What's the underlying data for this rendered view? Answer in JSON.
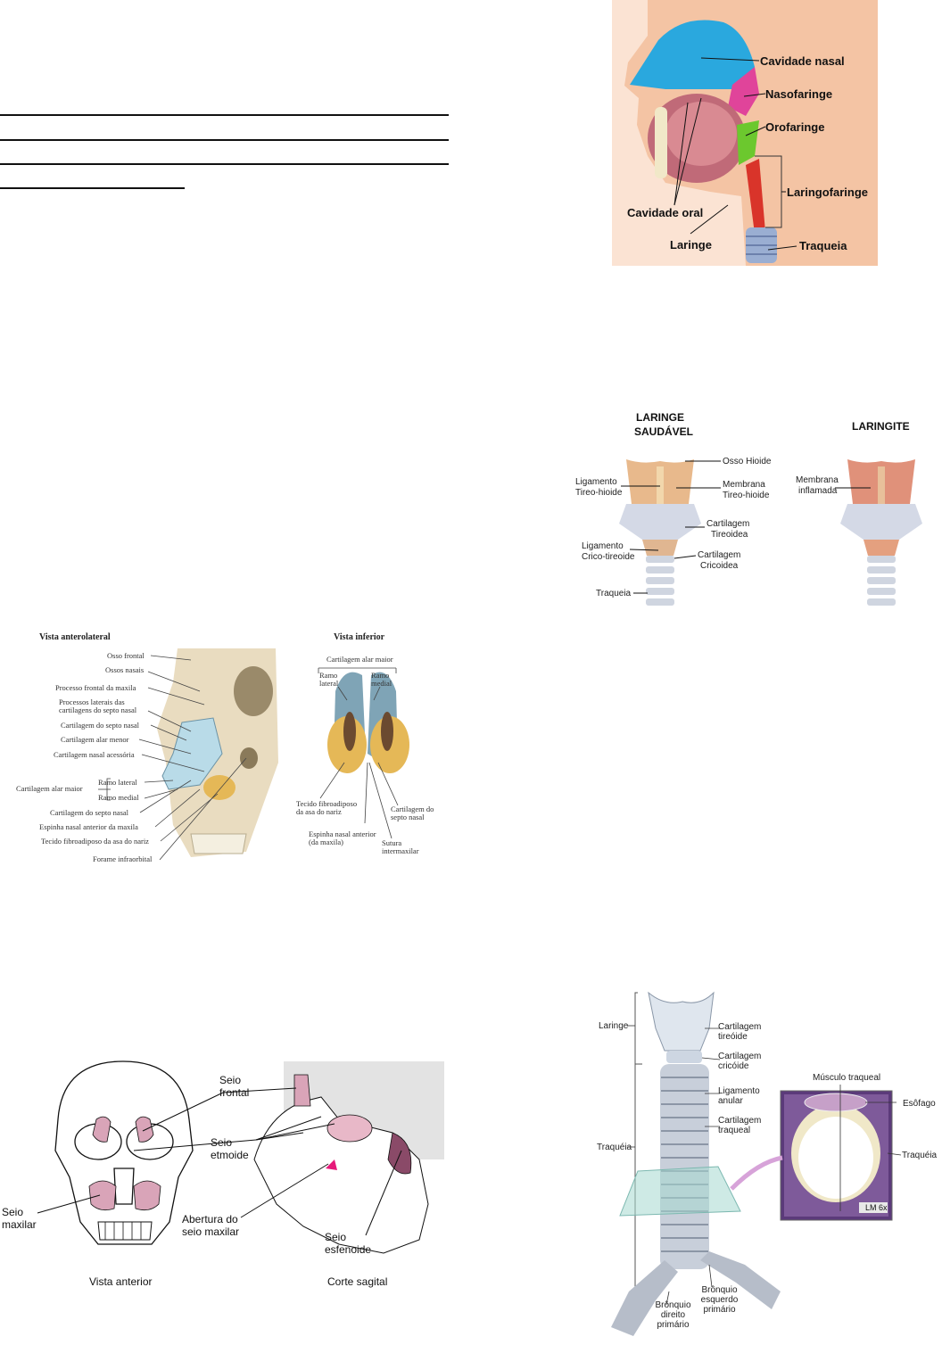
{
  "pharynx_figure": {
    "labels": {
      "nasal": "Cavidade nasal",
      "nasopharynx": "Nasofaringe",
      "oropharynx": "Orofaringe",
      "laryngopharynx": "Laringofaringe",
      "trachea": "Traqueia",
      "oral": "Cavidade oral",
      "larynx": "Laringe"
    },
    "colors": {
      "skin": "#f4c4a4",
      "nasal": "#2aa8de",
      "nasopharynx": "#e0449a",
      "oropharynx": "#6cc82e",
      "laryngopharynx": "#d9342a"
    }
  },
  "larynx_figure": {
    "healthy_title_1": "LARINGE",
    "healthy_title_2": "SAUDÁVEL",
    "inflamed_title": "LARINGITE",
    "labels": {
      "hyoid": "Osso Hioide",
      "thyrohyoid_lig_1": "Ligamento",
      "thyrohyoid_lig_2": "Tireo-hioide",
      "thyrohyoid_mem_1": "Membrana",
      "thyrohyoid_mem_2": "Tireo-hioide",
      "thyroid_cart_1": "Cartilagem",
      "thyroid_cart_2": "Tireoidea",
      "cricothyroid_1": "Ligamento",
      "cricothyroid_2": "Crico-tireoide",
      "cricoid_1": "Cartilagem",
      "cricoid_2": "Cricoidea",
      "trachea": "Traqueia",
      "inflamed_1": "Membrana",
      "inflamed_2": "inflamada"
    }
  },
  "nose_figure": {
    "left_title": "Vista anterolateral",
    "right_title": "Vista inferior",
    "left_labels": [
      "Osso frontal",
      "Ossos nasais",
      "Processo frontal da maxila",
      "Processos laterais das cartilagens do septo nasal",
      "Cartilagem do septo nasal",
      "Cartilagem alar menor",
      "Cartilagem nasal acessória",
      "Ramo lateral",
      "Ramo medial",
      "Cartilagem alar maior",
      "Cartilagem do septo nasal",
      "Espinha nasal anterior da maxila",
      "Tecido fibroadiposo da asa do nariz",
      "Forame infraorbital"
    ],
    "right_labels": {
      "alar_major": "Cartilagem alar maior",
      "ramo_lateral": "Ramo lateral",
      "ramo_medial": "Ramo medial",
      "tissue": "Tecido fibroadiposo da asa do nariz",
      "spine": "Espinha nasal anterior (da maxila)",
      "suture": "Sutura intermaxilar",
      "septum": "Cartilagem do septo nasal"
    }
  },
  "sinus_figure": {
    "frontal": "Seio frontal",
    "ethmoid": "Seio etmoide",
    "maxillary": "Seio maxilar",
    "opening": "Abertura do seio maxilar",
    "sphenoid": "Seio esfenoide",
    "caption_left": "Vista anterior",
    "caption_right": "Corte sagital",
    "colors": {
      "sinus": "#d9a4b8",
      "sphenoid": "#8a4a68"
    }
  },
  "trachea_figure": {
    "larynx": "Laringe",
    "trachea_left": "Traquéia",
    "thyroid": "Cartilagem tireóide",
    "cricoid": "Cartilagem cricóide",
    "annular": "Ligamento anular",
    "tracheal_cart": "Cartilagem traqueal",
    "muscle": "Músculo traqueal",
    "esophagus": "Esôfago",
    "trachea_right": "Traquéia",
    "lm": "LM 6x",
    "right_bronchus": "Brônquio direito primário",
    "left_bronchus": "Brônquio esquerdo primário"
  }
}
